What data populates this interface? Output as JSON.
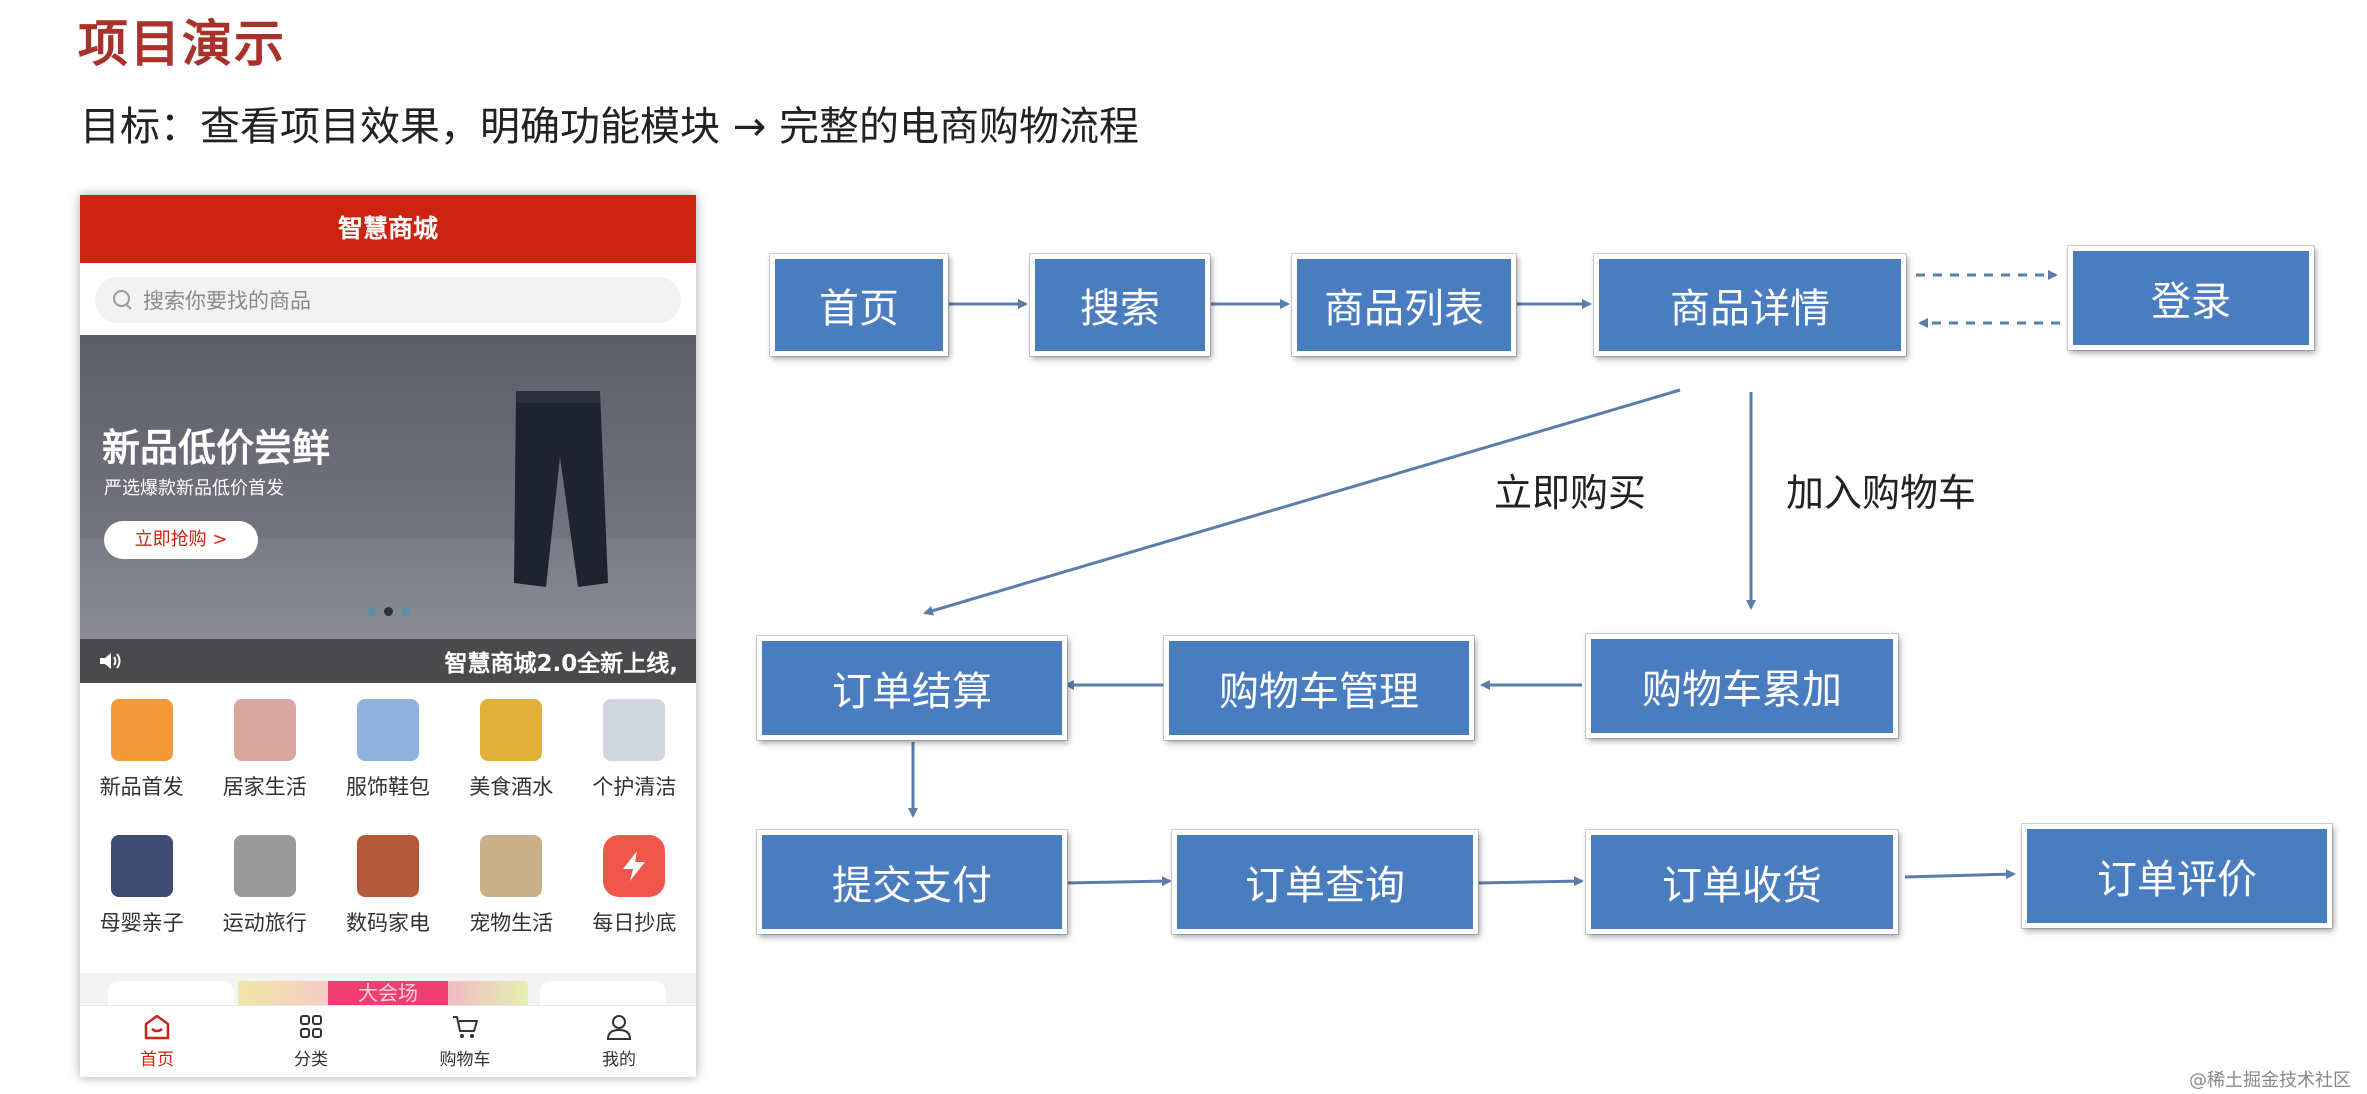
{
  "slide": {
    "title": "项目演示",
    "goal": "目标：查看项目效果，明确功能模块 → 完整的电商购物流程"
  },
  "phone": {
    "header_title": "智慧商城",
    "search_placeholder": "搜索你要找的商品",
    "banner": {
      "title": "新品低价尝鲜",
      "subtitle": "严选爆款新品低价首发",
      "button": "立即抢购 >"
    },
    "notice": "智慧商城2.0全新上线,",
    "categories": [
      {
        "label": "新品首发",
        "icon": "new-bag-icon",
        "color": "#f39a3a"
      },
      {
        "label": "居家生活",
        "icon": "bedding-icon",
        "color": "#d9a7a0"
      },
      {
        "label": "服饰鞋包",
        "icon": "shirt-icon",
        "color": "#8fb3dd"
      },
      {
        "label": "美食酒水",
        "icon": "food-icon",
        "color": "#e2b13c"
      },
      {
        "label": "个护清洁",
        "icon": "cleaning-icon",
        "color": "#cfd6e0"
      },
      {
        "label": "母婴亲子",
        "icon": "backpack-icon",
        "color": "#3e4b73"
      },
      {
        "label": "运动旅行",
        "icon": "suitcase-icon",
        "color": "#9a9a9a"
      },
      {
        "label": "数码家电",
        "icon": "appliance-icon",
        "color": "#b45a3a"
      },
      {
        "label": "宠物生活",
        "icon": "pet-food-icon",
        "color": "#c9b08a"
      },
      {
        "label": "每日抄底",
        "icon": "lightning-icon",
        "color": "#f0564a"
      }
    ],
    "promo_text": "大会场",
    "tabs": [
      {
        "label": "首页",
        "icon": "home-icon"
      },
      {
        "label": "分类",
        "icon": "category-grid-icon"
      },
      {
        "label": "购物车",
        "icon": "cart-icon"
      },
      {
        "label": "我的",
        "icon": "user-icon"
      }
    ]
  },
  "flow": {
    "nodes": {
      "home": "首页",
      "search": "搜索",
      "list": "商品列表",
      "detail": "商品详情",
      "login": "登录",
      "checkout": "订单结算",
      "cart_manage": "购物车管理",
      "cart_add": "购物车累加",
      "pay": "提交支付",
      "order_query": "订单查询",
      "receive": "订单收货",
      "review": "订单评价"
    },
    "labels": {
      "buy_now": "立即购买",
      "add_to_cart": "加入购物车"
    },
    "colors": {
      "node": "#4a7cc0",
      "arrow": "#5a7ea8"
    }
  },
  "watermark": "@稀土掘金技术社区"
}
